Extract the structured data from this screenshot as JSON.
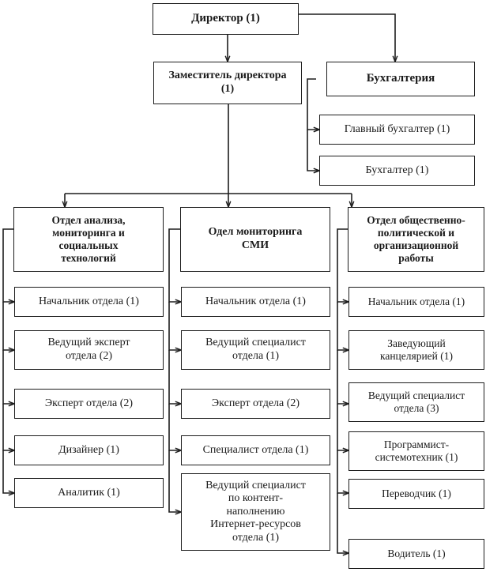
{
  "diagram": {
    "title_text": "Директор (1)",
    "type": "org-chart",
    "language": "ru",
    "colors": {
      "border": "#1d1d1d",
      "background": "#ffffff",
      "text": "#1a1a1a"
    }
  },
  "top": {
    "director": "Директор (1)",
    "deputy": "Заместитель директора\n(1)",
    "accounting": "Бухгалтерия",
    "accounting_items": [
      "Главный бухгалтер (1)",
      "Бухгалтер (1)"
    ]
  },
  "departments": [
    {
      "header": "Отдел анализа,\nмониторинга и\nсоциальных\nтехнологий",
      "items": [
        "Начальник отдела (1)",
        "Ведущий эксперт\nотдела (2)",
        "Эксперт отдела (2)",
        "Дизайнер (1)",
        "Аналитик (1)"
      ]
    },
    {
      "header": "Одел мониторинга\nСМИ",
      "items": [
        "Начальник отдела (1)",
        "Ведущий специалист\nотдела (1)",
        "Эксперт отдела (2)",
        "Специалист отдела (1)",
        "Ведущий специалист\nпо контент-\nнаполнению\nИнтернет-ресурсов\nотдела (1)"
      ]
    },
    {
      "header": "Отдел общественно-\nполитической и\nорганизационной\nработы",
      "items": [
        "Начальник отдела (1)",
        "Заведующий\nканцелярией (1)",
        "Ведущий специалист\nотдела (3)",
        "Программист-\nсистемотехник (1)",
        "Переводчик (1)",
        "Водитель (1)"
      ]
    }
  ]
}
